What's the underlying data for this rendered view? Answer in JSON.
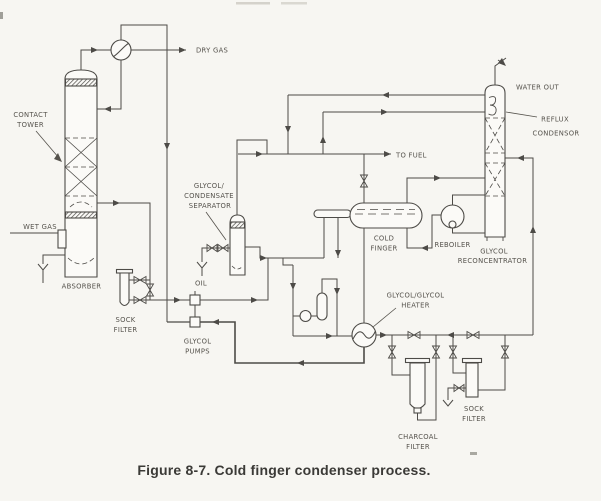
{
  "figure": {
    "caption": "Figure 8-7. Cold finger condenser process."
  },
  "labels": {
    "dry_gas": "DRY GAS",
    "contact_tower_1": "CONTACT",
    "contact_tower_2": "TOWER",
    "wet_gas": "WET GAS",
    "absorber": "ABSORBER",
    "sock_filter1_1": "SOCK",
    "sock_filter1_2": "FILTER",
    "glycol_pumps_1": "GLYCOL",
    "glycol_pumps_2": "PUMPS",
    "separator_1": "GLYCOL/",
    "separator_2": "CONDENSATE",
    "separator_3": "SEPARATOR",
    "oil": "OIL",
    "to_fuel": "TO FUEL",
    "water_out": "WATER OUT",
    "reflux_condensor_1": "REFLUX",
    "reflux_condensor_2": "CONDENSOR",
    "cold_finger_1": "COLD",
    "cold_finger_2": "FINGER",
    "reboiler": "REBOILER",
    "reconcentrator_1": "GLYCOL",
    "reconcentrator_2": "RECONCENTRATOR",
    "heater_1": "GLYCOL/GLYCOL",
    "heater_2": "HEATER",
    "charcoal_filter_1": "CHARCOAL",
    "charcoal_filter_2": "FILTER",
    "sock_filter2_1": "SOCK",
    "sock_filter2_2": "FILTER"
  },
  "colors": {
    "line": "#4d4b47",
    "text": "#55524c",
    "background": "#f7f6f2",
    "vessel_fill": "#fbfaf7"
  }
}
